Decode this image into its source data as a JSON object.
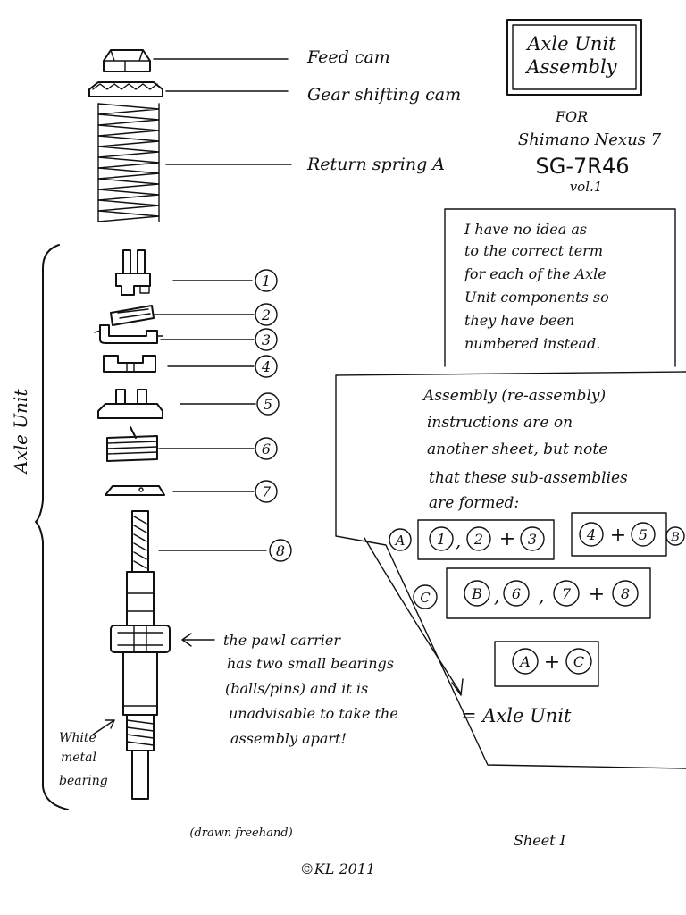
{
  "title_box": {
    "line1": "Axle Unit",
    "line2": "Assembly",
    "for": "FOR",
    "model_name": "Shimano Nexus 7",
    "model_code": "SG-7R46",
    "volume": "vol.1"
  },
  "part_labels": {
    "feed_cam": "Feed cam",
    "gear_shifting_cam": "Gear shifting cam",
    "return_spring": "Return spring A"
  },
  "components": [
    "1",
    "2",
    "3",
    "4",
    "5",
    "6",
    "7",
    "8"
  ],
  "side_label": "Axle Unit",
  "note_box": {
    "lines": [
      "I have no idea as",
      "to the correct term",
      "for each of the Axle",
      "Unit components so",
      "they have been",
      "numbered instead."
    ]
  },
  "instructions": {
    "lines": [
      "Assembly (re-assembly)",
      "instructions are on",
      "another sheet, but note",
      "that these sub-assemblies",
      "are formed:"
    ]
  },
  "subassemblies": {
    "A": {
      "tag": "A",
      "items": [
        "1",
        "2",
        "3"
      ],
      "seps": [
        ",",
        "+"
      ]
    },
    "B": {
      "tag": "B",
      "items": [
        "4",
        "5"
      ],
      "seps": [
        "+"
      ]
    },
    "C": {
      "tag": "C",
      "items": [
        "B",
        "6",
        "7",
        "8"
      ],
      "seps": [
        ",",
        ",",
        "+"
      ]
    },
    "final": {
      "items": [
        "A",
        "C"
      ],
      "seps": [
        "+"
      ]
    },
    "result": "= Axle Unit"
  },
  "pawl_note": {
    "lines": [
      "the pawl carrier",
      "has two small bearings",
      "(balls/pins) and it is",
      "unadvisable to take the",
      "assembly apart!"
    ]
  },
  "bearing_note": {
    "lines": [
      "White",
      "metal",
      "bearing"
    ]
  },
  "footer": {
    "drawn": "(drawn freehand)",
    "sheet": "Sheet I",
    "copyright": "©KL 2011"
  }
}
